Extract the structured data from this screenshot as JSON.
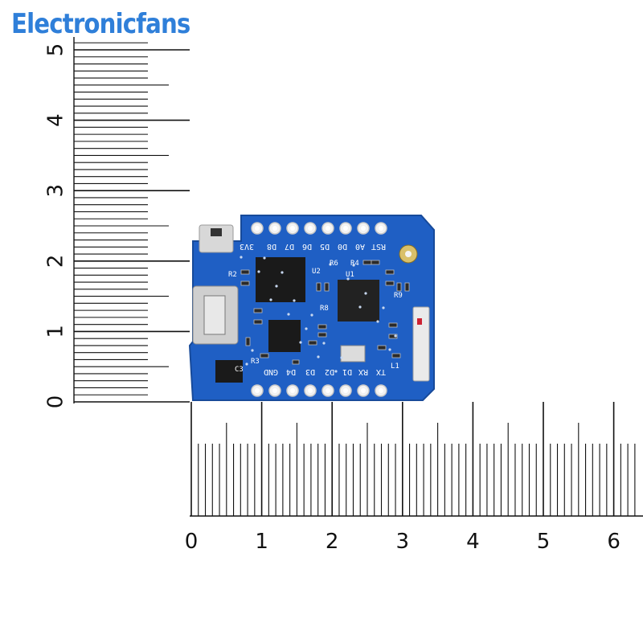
{
  "brand": {
    "text": "Electronicfans",
    "color": "#2f7fd9"
  },
  "ruler_vertical": {
    "labels": [
      "0",
      "1",
      "2",
      "3",
      "4",
      "5"
    ],
    "unit": "cm"
  },
  "ruler_horizontal": {
    "labels": [
      "0",
      "1",
      "2",
      "3",
      "4",
      "5",
      "6"
    ],
    "unit": "cm"
  },
  "board": {
    "color": "#1f5fc4",
    "top_pins": [
      "3V3",
      "D8",
      "D7",
      "D6",
      "D5",
      "D0",
      "A0",
      "RST"
    ],
    "bottom_pins": [
      "GND",
      "D4",
      "D3",
      "D2",
      "D1",
      "RX",
      "TX"
    ],
    "silkscreen": [
      "U2",
      "U1",
      "R8",
      "R3",
      "R6",
      "R4",
      "L1",
      "C3",
      "R2",
      "R9"
    ]
  }
}
